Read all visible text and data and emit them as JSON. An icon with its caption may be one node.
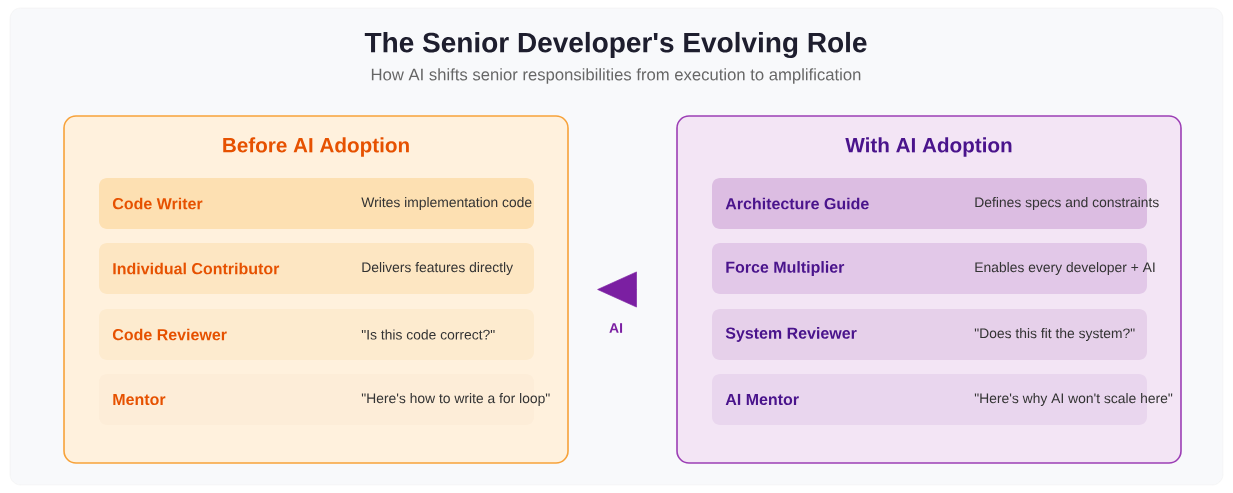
{
  "diagram": {
    "title": "The Senior Developer's Evolving Role",
    "nodes": [
      {
        "text": [
          "Before AI Adoption"
        ]
      },
      {
        "text": [
          "Code Writer",
          "Writes implementation code"
        ],
        "in": 0
      },
      {
        "text": [
          "Individual Contributor",
          "Delivers features directly"
        ],
        "in": 0
      },
      {
        "text": [
          "Code Reviewer",
          "\"Is this code correct?\""
        ],
        "in": 0
      },
      {
        "text": [
          "Mentor",
          "\"Here's how to write a for loop\""
        ],
        "in": 0
      },
      {
        "text": [
          "With AI Adoption"
        ]
      },
      {
        "text": [
          "Architecture Guide",
          "Defines specs and constraints"
        ],
        "in": 5
      },
      {
        "text": [
          "Force Multiplier",
          "Enables every developer + AI"
        ],
        "in": 5
      },
      {
        "text": [
          "System Reviewer",
          "\"Does this fit the system?\""
        ],
        "in": 5
      },
      {
        "text": [
          "AI Mentor",
          "\"Here's why AI won't scale here\""
        ],
        "in": 5
      }
    ],
    "edges": [
      {
        "from": 5,
        "to": 0,
        "arrow": "to",
        "label": "AI",
        "color": "#7b1fa2"
      }
    ],
    "labels": [
      "How AI shifts senior responsibilities from execution to amplification"
    ]
  }
}
